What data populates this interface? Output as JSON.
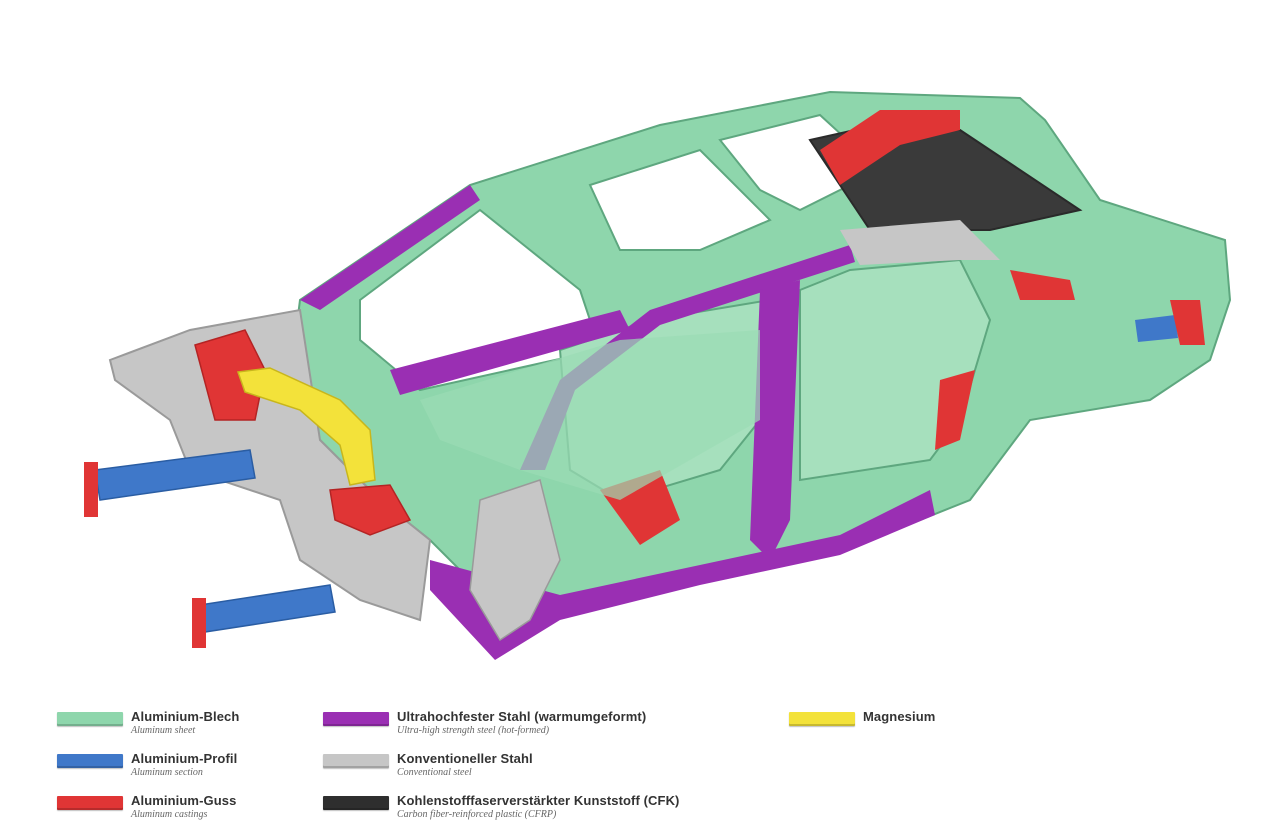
{
  "colors": {
    "aluminium_sheet": "#8ed6ac",
    "aluminium_section": "#3f78c9",
    "aluminium_casting": "#e03535",
    "uhs_steel": "#9a2fb3",
    "conventional_steel": "#c6c6c6",
    "cfrp": "#2e2e2e",
    "magnesium": "#f3e23a"
  },
  "legend": [
    {
      "name": "Aluminium-Blech",
      "sub": "Aluminum sheet",
      "color": "#8ed6ac"
    },
    {
      "name": "Aluminium-Profil",
      "sub": "Aluminum section",
      "color": "#3f78c9"
    },
    {
      "name": "Aluminium-Guss",
      "sub": "Aluminum castings",
      "color": "#e03535"
    },
    {
      "name": "Ultrahochfester Stahl (warmumgeformt)",
      "sub": "Ultra-high strength steel (hot-formed)",
      "color": "#9a2fb3"
    },
    {
      "name": "Konventioneller Stahl",
      "sub": "Conventional steel",
      "color": "#c6c6c6"
    },
    {
      "name": "Kohlenstofffaserverstärkter Kunststoff (CFK)",
      "sub": "Carbon fiber-reinforced plastic (CFRP)",
      "color": "#2e2e2e"
    },
    {
      "name": "Magnesium",
      "sub": "",
      "color": "#f3e23a"
    }
  ]
}
